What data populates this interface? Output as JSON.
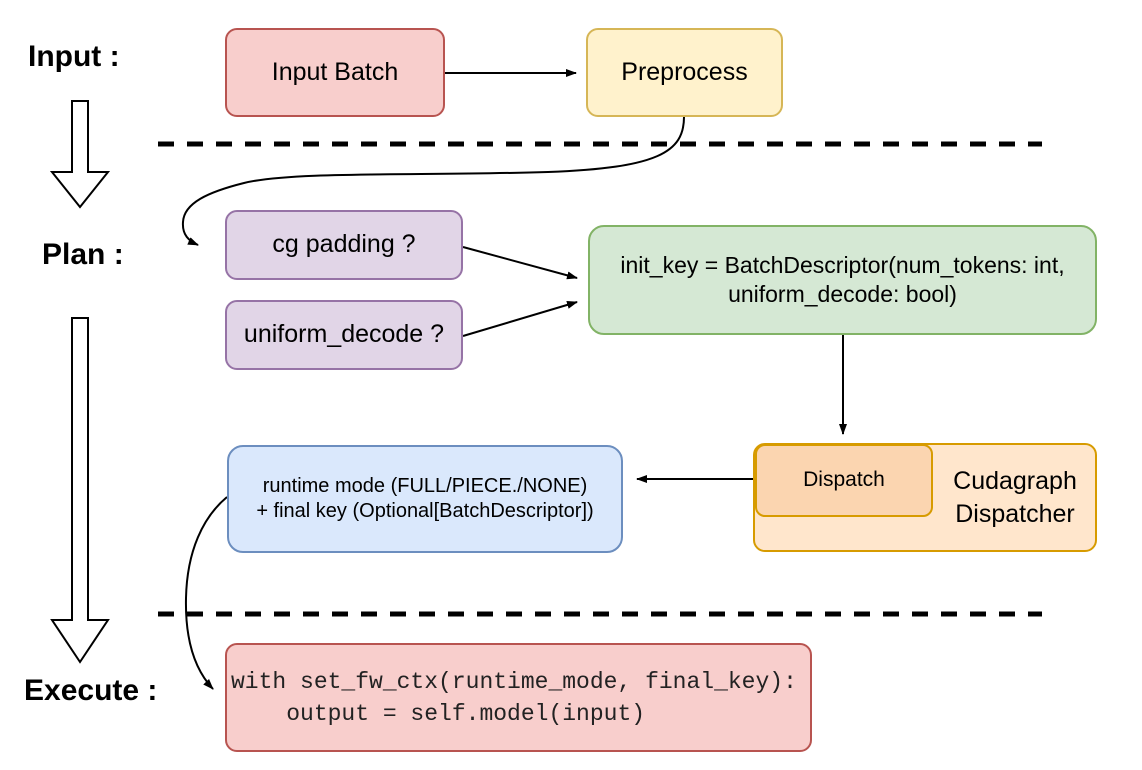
{
  "stage_labels": {
    "input": "Input :",
    "plan": "Plan :",
    "execute": "Execute :"
  },
  "nodes": {
    "input_batch": {
      "label": "Input Batch"
    },
    "preprocess": {
      "label": "Preprocess"
    },
    "cg_padding": {
      "label": "cg padding ?"
    },
    "uniform_decode": {
      "label": "uniform_decode ?"
    },
    "init_key": {
      "line1": "init_key = BatchDescriptor(num_tokens: int,",
      "line2": "uniform_decode: bool)"
    },
    "dispatch": {
      "label": "Dispatch"
    },
    "cudagraph_dispatcher": {
      "line1": "Cudagraph",
      "line2": "Dispatcher"
    },
    "runtime_mode": {
      "line1": "runtime mode (FULL/PIECE./NONE)",
      "line2": "+ final key (Optional[BatchDescriptor])"
    },
    "execute_code": {
      "line1": "with set_fw_ctx(runtime_mode, final_key):",
      "line2": "    output = self.model(input)"
    }
  },
  "colors": {
    "line": "#000000",
    "pink_fill": "#f8cecc",
    "pink_border": "#b85450",
    "yellow_fill": "#fff2cc",
    "yellow_border": "#d6b656",
    "purple_fill": "#e1d5e7",
    "purple_border": "#9673a6",
    "green_fill": "#d5e8d4",
    "green_border": "#82b366",
    "blue_fill": "#dae8fc",
    "blue_border": "#6c8ebf",
    "orange_outer_fill": "#ffe6cc",
    "orange_inner_fill": "#fbd5b0",
    "orange_border": "#d79b00"
  }
}
